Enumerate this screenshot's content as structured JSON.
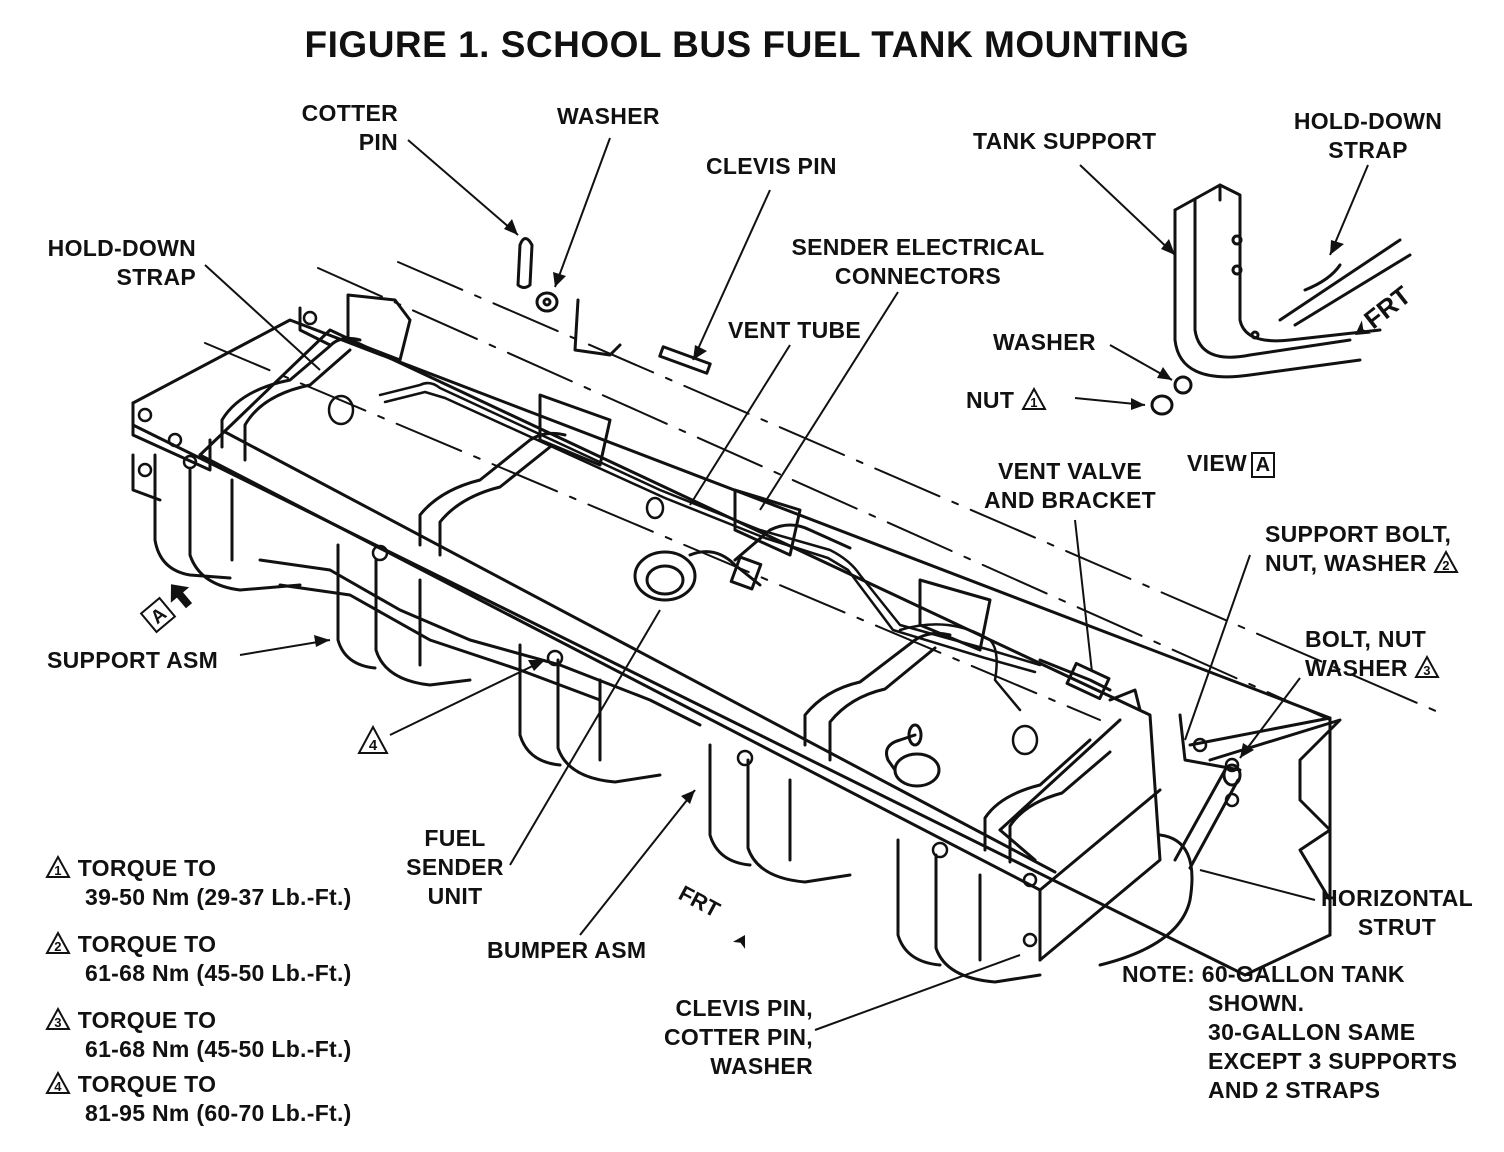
{
  "title": "FIGURE 1. SCHOOL BUS FUEL TANK MOUNTING",
  "labels": {
    "cotter_pin": [
      "COTTER",
      "PIN"
    ],
    "washer_top": "WASHER",
    "clevis_pin": "CLEVIS PIN",
    "sender_connectors": [
      "SENDER ELECTRICAL",
      "CONNECTORS"
    ],
    "vent_tube": "VENT TUBE",
    "hold_down_strap_left": [
      "HOLD-DOWN",
      "STRAP"
    ],
    "tank_support": "TANK SUPPORT",
    "hold_down_strap_right": [
      "HOLD-DOWN",
      "STRAP"
    ],
    "washer_view": "WASHER",
    "nut": "NUT",
    "nut_marker": "1",
    "view_a": "VIEW",
    "view_a_marker": "A",
    "vent_valve": [
      "VENT VALVE",
      "AND BRACKET"
    ],
    "support_bolt": [
      "SUPPORT BOLT,",
      "NUT, WASHER"
    ],
    "support_bolt_marker": "2",
    "bolt_nut": [
      "BOLT, NUT",
      "WASHER"
    ],
    "bolt_nut_marker": "3",
    "support_asm": "SUPPORT ASM",
    "a_marker": "A",
    "four_marker": "4",
    "fuel_sender": [
      "FUEL",
      "SENDER",
      "UNIT"
    ],
    "bumper_asm": "BUMPER ASM",
    "frt_bottom": "FRT",
    "frt_top": "FRT",
    "horizontal_strut": [
      "HORIZONTAL",
      "STRUT"
    ],
    "clevis_cotter_washer": [
      "CLEVIS PIN,",
      "COTTER PIN,",
      "WASHER"
    ]
  },
  "torque_specs": [
    {
      "marker": "1",
      "line1": "TORQUE TO",
      "line2": "39-50 Nm (29-37 Lb.-Ft.)"
    },
    {
      "marker": "2",
      "line1": "TORQUE TO",
      "line2": "61-68 Nm (45-50 Lb.-Ft.)"
    },
    {
      "marker": "3",
      "line1": "TORQUE TO",
      "line2": "61-68 Nm (45-50 Lb.-Ft.)"
    },
    {
      "marker": "4",
      "line1": "TORQUE TO",
      "line2": "81-95 Nm (60-70 Lb.-Ft.)"
    }
  ],
  "note": [
    "NOTE: 60-GALLON TANK",
    "SHOWN.",
    "30-GALLON SAME",
    "EXCEPT 3 SUPPORTS",
    "AND 2 STRAPS"
  ]
}
